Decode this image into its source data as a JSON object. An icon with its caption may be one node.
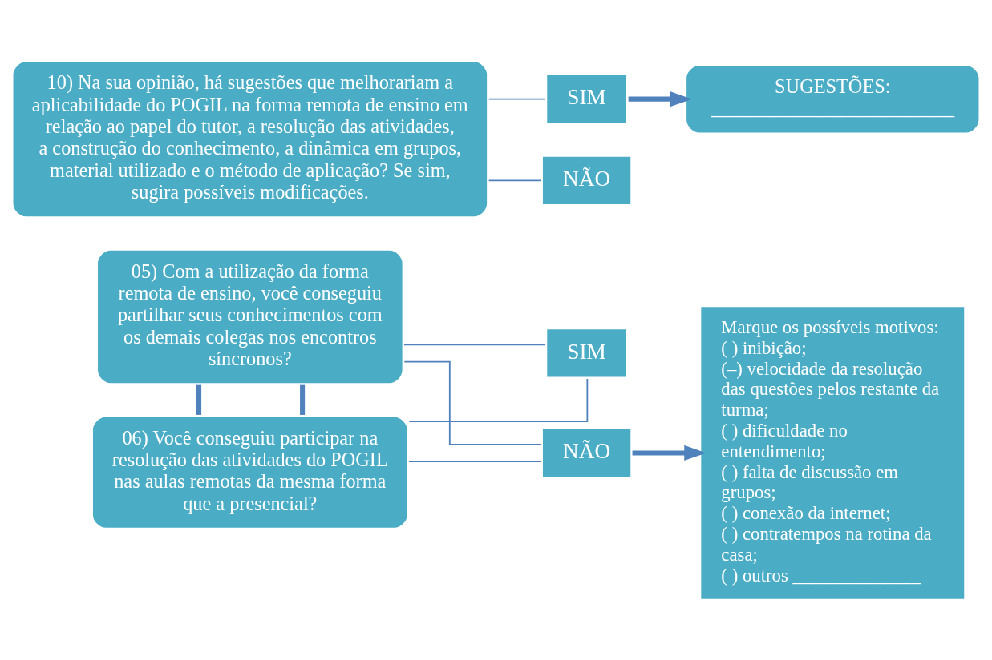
{
  "diagram": {
    "nodes": [
      {
        "text": [
          "05) Com a utilização da forma remota de ensino, você conseguiu partilhar seus conhecimentos com os demais colegas nos encontros síncronos?"
        ]
      },
      {
        "text": [
          "06) Você conseguiu participar na resolução das atividades do POGIL nas aulas remotas da mesma forma que a presencial?"
        ]
      },
      {
        "text": [
          "SIM"
        ]
      },
      {
        "text": [
          "NÃO"
        ]
      },
      {
        "text": [
          "Marque os possíveis motivos:",
          "( ) inibição;",
          "(–) velocidade da resolução das questões pelos restante da turma;",
          "( ) dificuldade no entendimento;",
          "( ) falta de discussão em grupos;",
          "( ) conexão da internet;",
          "( ) contratempos na rotina da casa;",
          "( ) outros ______________"
        ]
      },
      {
        "text": [
          "10) Na sua opinião, há sugestões que melhorariam a aplicabilidade do POGIL na forma remota de ensino em relação ao papel do tutor, a resolução das atividades, a construção do conhecimento, a dinâmica em grupos, material utilizado e o método de aplicação? Se sim, sugira possíveis modificações."
        ]
      },
      {
        "text": [
          "SIM"
        ]
      },
      {
        "text": [
          "NÃO"
        ]
      },
      {
        "text": [
          "SUGESTÕES:",
          "_________________________"
        ]
      }
    ],
    "edges": [
      {
        "from": 0,
        "to": 2,
        "arrow": "none"
      },
      {
        "from": 0,
        "to": 3,
        "arrow": "none"
      },
      {
        "from": 1,
        "to": 2,
        "arrow": "none"
      },
      {
        "from": 1,
        "to": 3,
        "arrow": "none"
      },
      {
        "from": 0,
        "to": 1,
        "arrow": "none",
        "style": "thick"
      },
      {
        "from": 0,
        "to": 1,
        "arrow": "none",
        "style": "thick"
      },
      {
        "from": 3,
        "to": 4,
        "arrow": "to",
        "style": "thick"
      },
      {
        "from": 5,
        "to": 6,
        "arrow": "none"
      },
      {
        "from": 5,
        "to": 7,
        "arrow": "none"
      },
      {
        "from": 6,
        "to": 8,
        "arrow": "to",
        "style": "thick"
      }
    ]
  }
}
